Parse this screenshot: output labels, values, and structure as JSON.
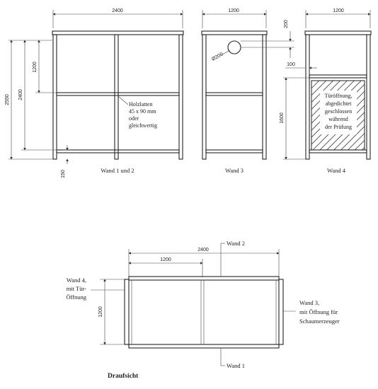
{
  "elevations": {
    "wand12": {
      "dim_width": "2400",
      "dim_height_total": "2550",
      "dim_height_inner": "2400",
      "dim_upper": "1200",
      "dim_bottom": "150",
      "note_lines": [
        "Holzlatten",
        "45 x 90 mm",
        "oder",
        "gleichwertig"
      ],
      "caption": "Wand 1 und 2"
    },
    "wand3": {
      "dim_width": "1200",
      "dim_top": "200",
      "dim_hole": "Ø200",
      "caption": "Wand 3"
    },
    "wand4": {
      "dim_width": "1200",
      "dim_side": "100",
      "dim_height": "1600",
      "door_lines": [
        "Türöffnung,",
        "abgedichtet",
        "geschlossen",
        "während",
        "der Prüfung"
      ],
      "caption": "Wand 4"
    }
  },
  "plan": {
    "dim_total": "2400",
    "dim_half": "1200",
    "dim_depth": "1200",
    "label_wand2": "Wand 2",
    "label_wand1": "Wand 1",
    "label_wand4_lines": [
      "Wand 4,",
      "mit Tür-",
      "Öffnung"
    ],
    "label_wand3_lines": [
      "Wand 3,",
      "mit Öffnung für",
      "Schaumerzeuger"
    ],
    "caption": "Draufsicht"
  }
}
